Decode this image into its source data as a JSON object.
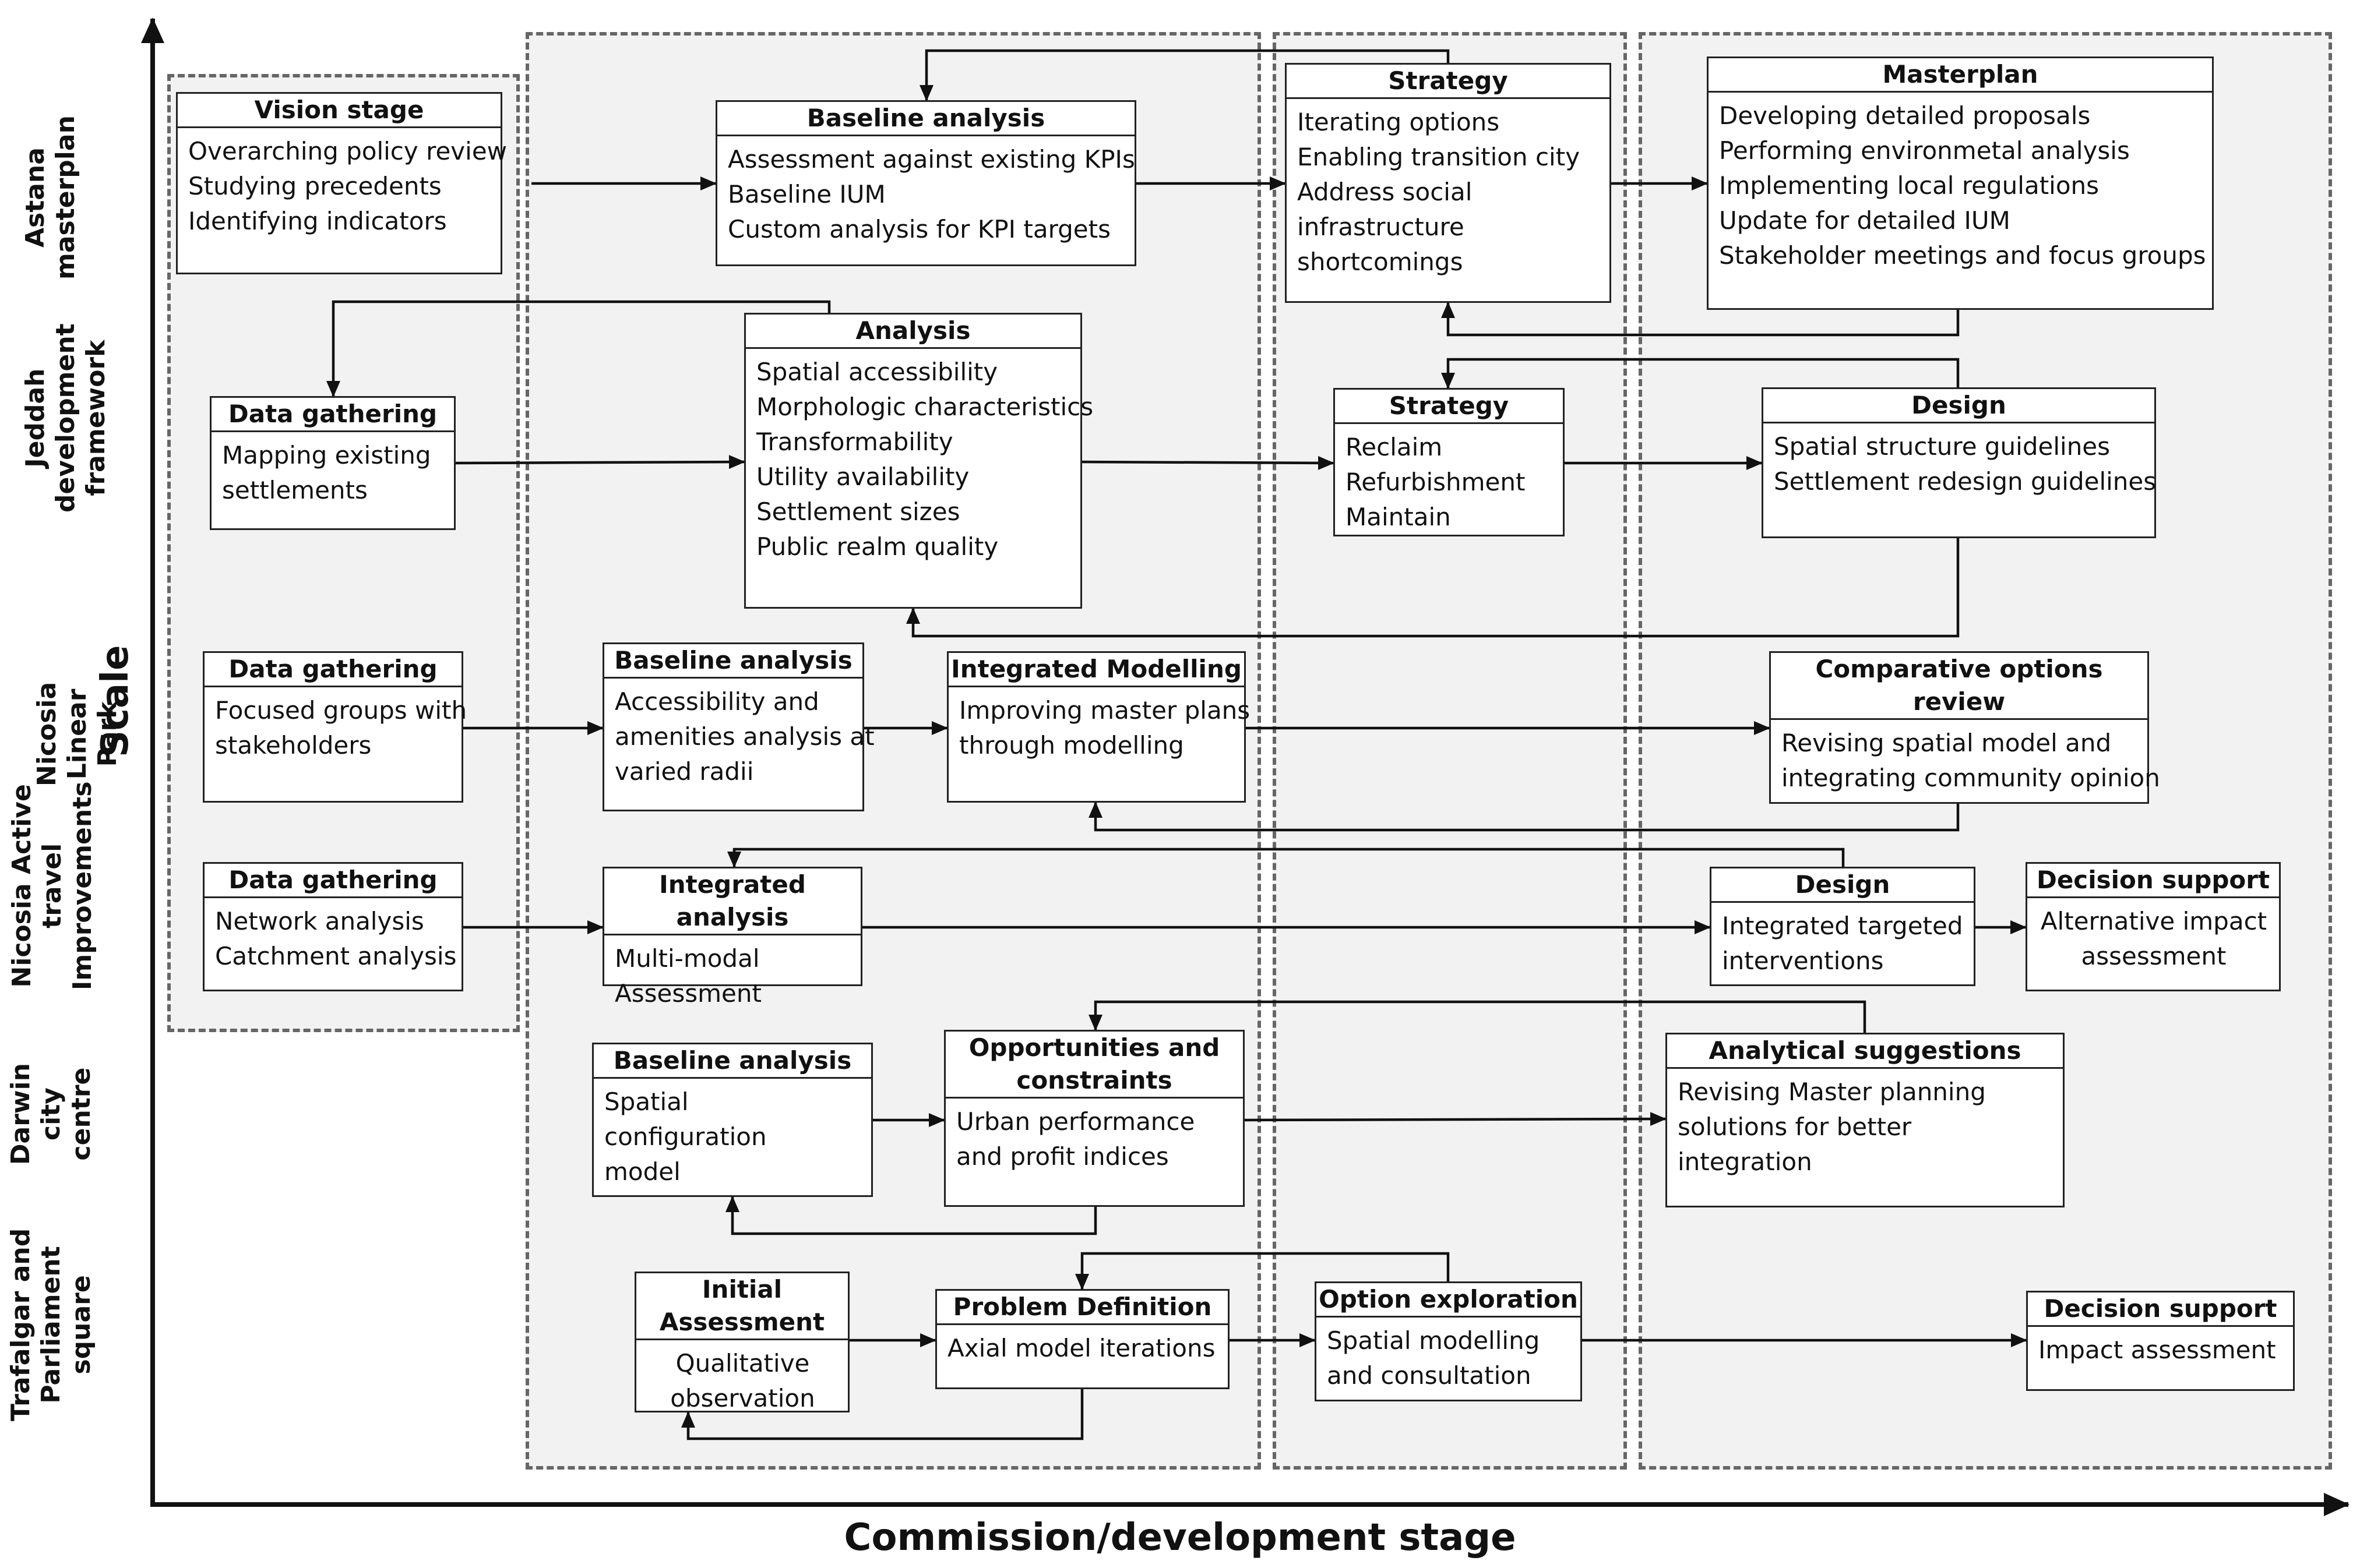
{
  "axes": {
    "x_label": "Commission/development stage",
    "y_label": "Scale"
  },
  "rows": [
    {
      "id": "astana",
      "lines": [
        "Astana",
        "masterplan"
      ]
    },
    {
      "id": "jeddah",
      "lines": [
        "Jeddah",
        "development",
        "framework"
      ]
    },
    {
      "id": "nicosia-park",
      "lines": [
        "Nicosia",
        "Linear",
        "Park"
      ]
    },
    {
      "id": "nicosia-travel",
      "lines": [
        "Nicosia Active",
        "travel",
        "Improvements"
      ]
    },
    {
      "id": "darwin",
      "lines": [
        "Darwin",
        "city",
        "centre"
      ]
    },
    {
      "id": "trafalgar",
      "lines": [
        "Trafalgar and",
        "Parliament",
        "square"
      ]
    }
  ],
  "boxes": {
    "astana-vision": {
      "title": [
        "Vision stage"
      ],
      "lines": [
        "Overarching policy review",
        "Studying precedents",
        "Identifying indicators"
      ]
    },
    "astana-baseline": {
      "title": [
        "Baseline analysis"
      ],
      "lines": [
        "Assessment against existing KPIs",
        "Baseline IUM",
        "Custom analysis for KPI targets"
      ]
    },
    "astana-strategy": {
      "title": [
        "Strategy"
      ],
      "lines": [
        "Iterating options",
        "Enabling transition city",
        "Address social",
        "infrastructure",
        "shortcomings"
      ]
    },
    "astana-masterplan": {
      "title": [
        "Masterplan"
      ],
      "lines": [
        "Developing detailed proposals",
        "Performing environmetal analysis",
        "Implementing local regulations",
        "Update for detailed IUM",
        "Stakeholder meetings and focus groups"
      ]
    },
    "jeddah-data": {
      "title": [
        "Data gathering"
      ],
      "lines": [
        "Mapping existing",
        "settlements"
      ]
    },
    "jeddah-analysis": {
      "title": [
        "Analysis"
      ],
      "lines": [
        "Spatial accessibility",
        "Morphologic characteristics",
        "Transformability",
        "Utility availability",
        "Settlement sizes",
        "Public realm quality"
      ]
    },
    "jeddah-strategy": {
      "title": [
        "Strategy"
      ],
      "lines": [
        "Reclaim",
        "Refurbishment",
        "Maintain"
      ]
    },
    "jeddah-design": {
      "title": [
        "Design"
      ],
      "lines": [
        "Spatial structure guidelines",
        "Settlement redesign guidelines"
      ]
    },
    "park-data": {
      "title": [
        "Data gathering"
      ],
      "lines": [
        "Focused groups with",
        "stakeholders"
      ]
    },
    "park-baseline": {
      "title": [
        "Baseline analysis"
      ],
      "lines": [
        "Accessibility and",
        "amenities analysis at",
        "varied radii"
      ]
    },
    "park-modelling": {
      "title": [
        "Integrated Modelling"
      ],
      "lines": [
        "Improving master plans",
        "through modelling"
      ]
    },
    "park-options": {
      "title": [
        "Comparative options review"
      ],
      "lines": [
        "Revising spatial model and",
        "integrating community opinion"
      ]
    },
    "travel-data": {
      "title": [
        "Data gathering"
      ],
      "lines": [
        "Network analysis",
        "Catchment analysis"
      ]
    },
    "travel-integrated": {
      "title": [
        "Integrated analysis"
      ],
      "lines": [
        "Multi-modal",
        "Assessment"
      ]
    },
    "travel-design": {
      "title": [
        "Design"
      ],
      "lines": [
        "Integrated targeted",
        "interventions"
      ]
    },
    "travel-decision": {
      "title": [
        "Decision support"
      ],
      "lines": [
        "Alternative impact",
        "assessment"
      ]
    },
    "darwin-baseline": {
      "title": [
        "Baseline analysis"
      ],
      "lines": [
        "Spatial",
        "configuration",
        "model"
      ]
    },
    "darwin-opportunities": {
      "title": [
        "Opportunities and",
        "constraints"
      ],
      "lines": [
        "Urban performance",
        "and profit indices"
      ]
    },
    "darwin-suggestions": {
      "title": [
        "Analytical suggestions"
      ],
      "lines": [
        "Revising Master planning",
        "solutions for better",
        "integration"
      ]
    },
    "trafalgar-initial": {
      "title": [
        "Initial",
        "Assessment"
      ],
      "lines": [
        "Qualitative",
        "observation"
      ]
    },
    "trafalgar-problem": {
      "title": [
        "Problem Definition"
      ],
      "lines": [
        "Axial model iterations"
      ]
    },
    "trafalgar-options": {
      "title": [
        "Option exploration"
      ],
      "lines": [
        "Spatial modelling",
        "and consultation"
      ]
    },
    "trafalgar-decision": {
      "title": [
        "Decision support"
      ],
      "lines": [
        "Impact assessment"
      ]
    }
  }
}
